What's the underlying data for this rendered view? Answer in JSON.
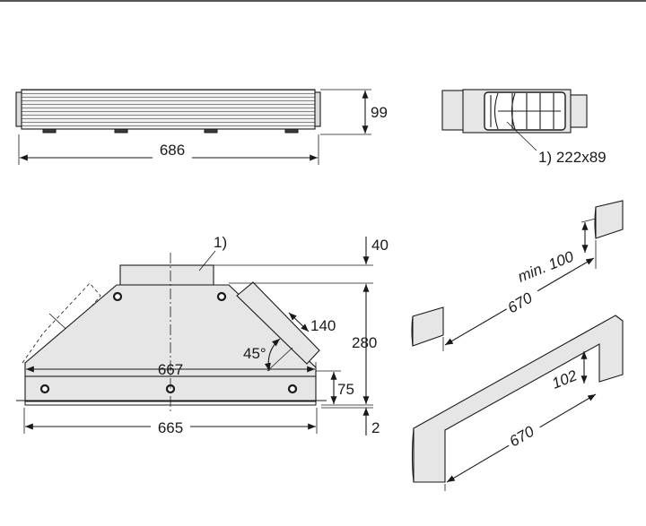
{
  "top_view": {
    "width_label": "686",
    "height_label": "99"
  },
  "side_view": {
    "filter_label": "1) 222x89"
  },
  "front_view": {
    "callout_label": "1)",
    "top_offset_label": "40",
    "height_label": "280",
    "duct_label": "140",
    "angle_label": "45°",
    "upper_width_label": "667",
    "base_height_label": "75",
    "lower_width_label": "665",
    "bottom_label": "2"
  },
  "cutouts": {
    "min_label": "min. 100",
    "upper_width_label": "670",
    "lower_width_label": "670",
    "depth_label": "102"
  },
  "colors": {
    "line": "#1a1a1a",
    "fill_light": "#e6e6e6",
    "fill_dark": "#3a3a3a",
    "top_rule": "#555555"
  }
}
